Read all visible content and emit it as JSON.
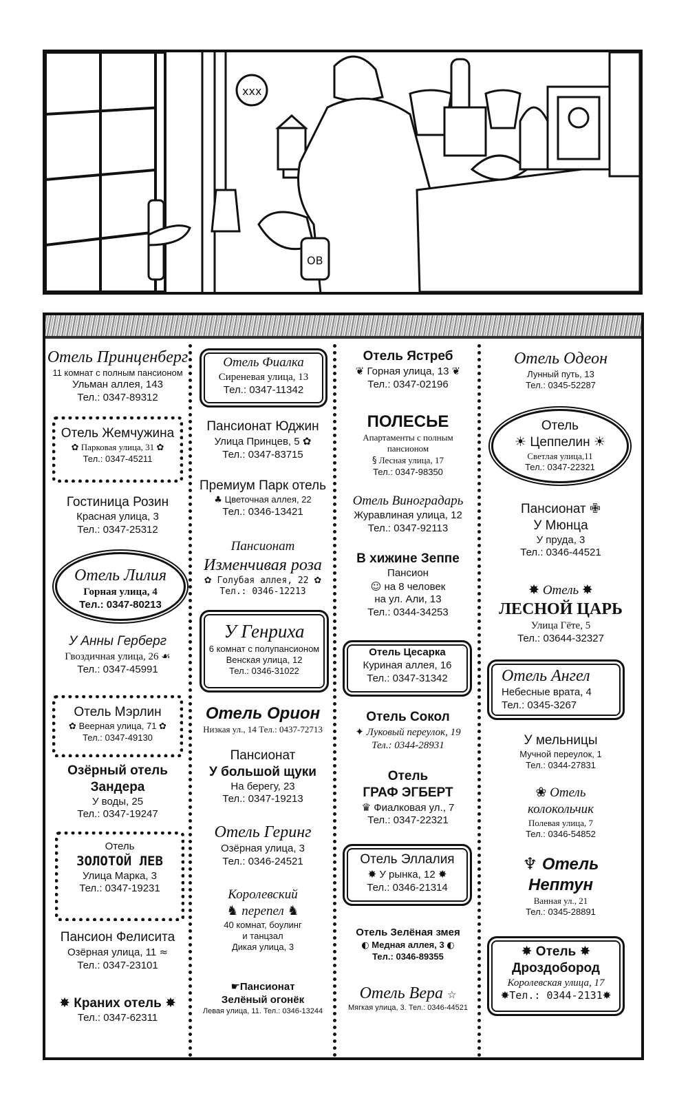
{
  "columns": [
    [
      {
        "id": "c1e1",
        "lines": [
          "Отель Принценберг",
          "11 комнат с полным пансионом",
          "Ульман аллея, 143",
          "Тел.: 0347-89312"
        ]
      },
      {
        "id": "c1e2",
        "lines": [
          "Отель Жемчужина",
          "Парковая улица, 31",
          "Тел.: 0347-45211"
        ]
      },
      {
        "id": "c1e3",
        "lines": [
          "Гостиница Розин",
          "Красная улица, 3",
          "Тел.: 0347-25312"
        ]
      },
      {
        "id": "c1e4",
        "lines": [
          "Отель Лилия",
          "Горная улица, 4",
          "Тел.: 0347-80213"
        ]
      },
      {
        "id": "c1e5",
        "lines": [
          "У Анны Герберг",
          "Гвоздичная улица, 26",
          "Тел.: 0347-45991"
        ]
      },
      {
        "id": "c1e6",
        "lines": [
          "Отель Мэрлин",
          "Веерная улица, 71",
          "Тел.: 0347-49130"
        ]
      },
      {
        "id": "c1e7",
        "lines": [
          "Озёрный отель",
          "Зандера",
          "У воды, 25",
          "Тел.: 0347-19247"
        ]
      },
      {
        "id": "c1e8",
        "lines": [
          "Отель",
          "ЗОЛОТОЙ ЛЕВ",
          "Улица Марка, 3",
          "Тел.: 0347-19231"
        ]
      },
      {
        "id": "c1e9",
        "lines": [
          "Пансион Фелисита",
          "Озёрная улица, 11",
          "Тел.: 0347-23101"
        ]
      },
      {
        "id": "c1e10",
        "lines": [
          "Краних отель",
          "Тел.: 0347-62311"
        ]
      }
    ],
    [
      {
        "id": "c2e1",
        "lines": [
          "Отель Фиалка",
          "Сиреневая улица, 13",
          "Тел.: 0347-11342"
        ]
      },
      {
        "id": "c2e2",
        "lines": [
          "Пансионат Юджин",
          "Улица Принцев, 5",
          "Тел.: 0347-83715"
        ]
      },
      {
        "id": "c2e3",
        "lines": [
          "Премиум Парк отель",
          "Цветочная аллея, 22",
          "Тел.: 0346-13421"
        ]
      },
      {
        "id": "c2e4",
        "lines": [
          "Пансионат",
          "Изменчивая роза",
          "Голубая аллея, 22",
          "Тел.: 0346-12213"
        ]
      },
      {
        "id": "c2e5",
        "lines": [
          "У Генриха",
          "6 комнат с полупансионом",
          "Венская улица, 12",
          "Тел.: 0346-31022"
        ]
      },
      {
        "id": "c2e6",
        "lines": [
          "Отель Орион",
          "Низкая ул., 14 Тел.: 0437-72713"
        ]
      },
      {
        "id": "c2e7",
        "lines": [
          "Пансионат",
          "У большой щуки",
          "На берегу, 23",
          "Тел.: 0347-19213"
        ]
      },
      {
        "id": "c2e8",
        "lines": [
          "Отель Геринг",
          "Озёрная улица, 3",
          "Тел.: 0346-24521"
        ]
      },
      {
        "id": "c2e9",
        "lines": [
          "Королевский",
          "перепел",
          "40 комнат, боулинг",
          "и танцзал",
          "Дикая улица, 3"
        ]
      },
      {
        "id": "c2e10",
        "lines": [
          "Пансионат",
          "Зелёный огонёк",
          "Левая улица, 11. Тел.: 0346-13244"
        ]
      }
    ],
    [
      {
        "id": "c3e1",
        "lines": [
          "Отель Ястреб",
          "Горная улица, 13",
          "Тел.: 0347-02196"
        ]
      },
      {
        "id": "c3e2",
        "lines": [
          "ПОЛЕСЬЕ",
          "Апартаменты с полным",
          "пансионом",
          "Лесная улица, 17",
          "Тел.: 0347-98350"
        ]
      },
      {
        "id": "c3e3",
        "lines": [
          "Отель Виноградарь",
          "Журавлиная улица, 12",
          "Тел.: 0347-92113"
        ]
      },
      {
        "id": "c3e4",
        "lines": [
          "В хижине Зеппе",
          "Пансион",
          "на 8 человек",
          "на ул. Али, 13",
          "Тел.: 0344-34253"
        ]
      },
      {
        "id": "c3e5",
        "lines": [
          "Отель Цесарка",
          "Куриная аллея, 16",
          "Тел.: 0347-31342"
        ]
      },
      {
        "id": "c3e6",
        "lines": [
          "Отель Сокол",
          "Луковый переулок, 19",
          "Тел.: 0344-28931"
        ]
      },
      {
        "id": "c3e7",
        "lines": [
          "Отель",
          "ГРАФ ЭГБЕРТ",
          "Фиалковая ул., 7",
          "Тел.: 0347-22321"
        ]
      },
      {
        "id": "c3e8",
        "lines": [
          "Отель Эллалия",
          "У рынка, 12",
          "Тел.: 0346-21314"
        ]
      },
      {
        "id": "c3e9",
        "lines": [
          "Отель Зелёная змея",
          "Медная аллея, 3",
          "Тел.: 0346-89355"
        ]
      },
      {
        "id": "c3e10",
        "lines": [
          "Отель Вера",
          "Мягкая улица, 3. Тел.: 0346-44521"
        ]
      }
    ],
    [
      {
        "id": "c4e1",
        "lines": [
          "Отель Одеон",
          "Лунный путь, 13",
          "Тел.: 0345-52287"
        ]
      },
      {
        "id": "c4e2",
        "lines": [
          "Отель",
          "Цеппелин",
          "Светлая улица,11",
          "Тел.: 0347-22321"
        ]
      },
      {
        "id": "c4e3",
        "lines": [
          "Пансионат",
          "У Мюнца",
          "У пруда, 3",
          "Тел.: 0346-44521"
        ]
      },
      {
        "id": "c4e4",
        "lines": [
          "Отель",
          "ЛЕСНОЙ ЦАРЬ",
          "Улица Гёте, 5",
          "Тел.: 03644-32327"
        ]
      },
      {
        "id": "c4e5",
        "lines": [
          "Отель Ангел",
          "Небесные врата, 4",
          "Тел.: 0345-3267"
        ]
      },
      {
        "id": "c4e6",
        "lines": [
          "У мельницы",
          "Мучной переулок, 1",
          "Тел.: 0344-27831"
        ]
      },
      {
        "id": "c4e7",
        "lines": [
          "Отель",
          "колокольчик",
          "Полевая улица, 7",
          "Тел.: 0346-54852"
        ]
      },
      {
        "id": "c4e8",
        "lines": [
          "Отель",
          "Нептун",
          "Ванная ул., 21",
          "Тел.: 0345-28891"
        ]
      },
      {
        "id": "c4e9",
        "lines": [
          "Отель",
          "Дроздобород",
          "Королевская улица, 17",
          "Тел.: 0344-2131"
        ]
      }
    ]
  ],
  "icons": {
    "flower": "✿",
    "star": "✸",
    "sun": "☀",
    "diamond": "✦",
    "pointer": "☛",
    "crown": "♛",
    "moon": "◐",
    "small_star": "☆",
    "cross": "✙",
    "fish": "≈"
  }
}
